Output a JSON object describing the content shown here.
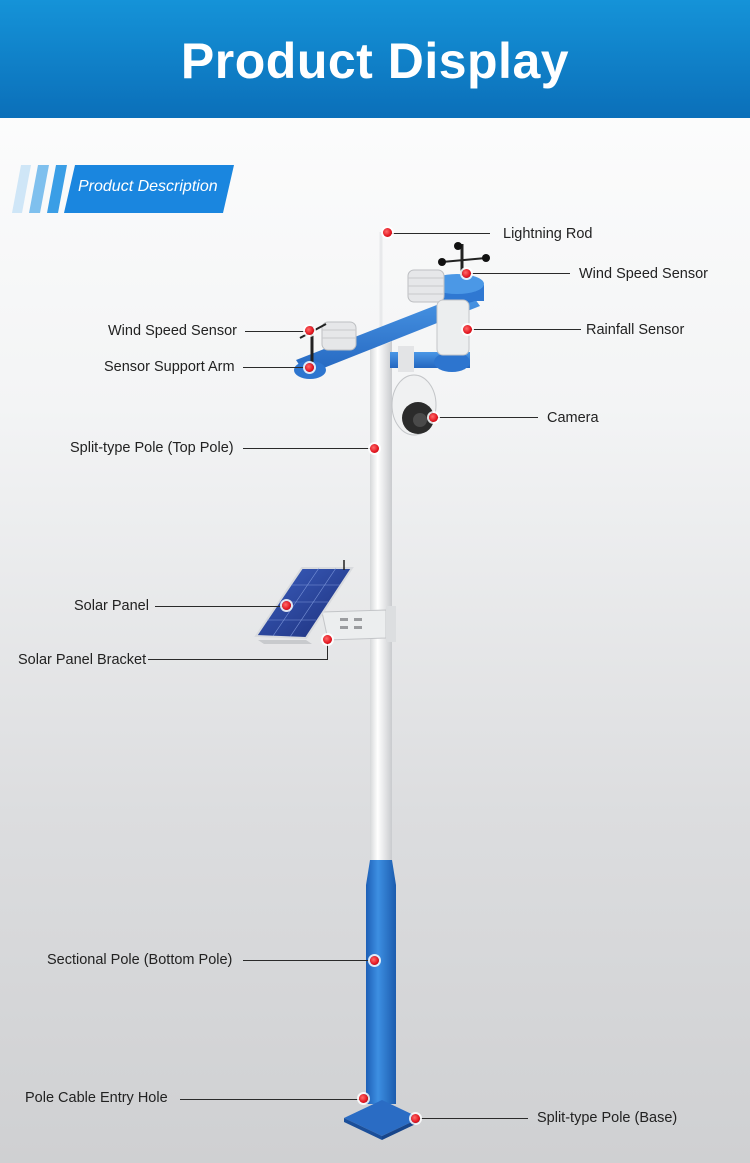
{
  "header": {
    "title": "Product Display"
  },
  "section": {
    "tag_label": "Product Description"
  },
  "callouts": {
    "lightning_rod": "Lightning Rod",
    "wind_speed_sensor_right": "Wind Speed Sensor",
    "wind_speed_sensor_left": "Wind Speed Sensor",
    "rainfall_sensor": "Rainfall Sensor",
    "sensor_support_arm": "Sensor Support Arm",
    "camera": "Camera",
    "top_pole": "Split-type Pole (Top Pole)",
    "solar_panel": "Solar Panel",
    "solar_panel_bracket": "Solar Panel Bracket",
    "bottom_pole": "Sectional Pole (Bottom Pole)",
    "cable_entry_hole": "Pole Cable Entry Hole",
    "base": "Split-type Pole (Base)"
  },
  "colors": {
    "header_blue": "#0b6fb9",
    "pole_blue": "#2d7fd6",
    "pole_white": "#f2f3f4",
    "marker_red": "#e2141e"
  }
}
